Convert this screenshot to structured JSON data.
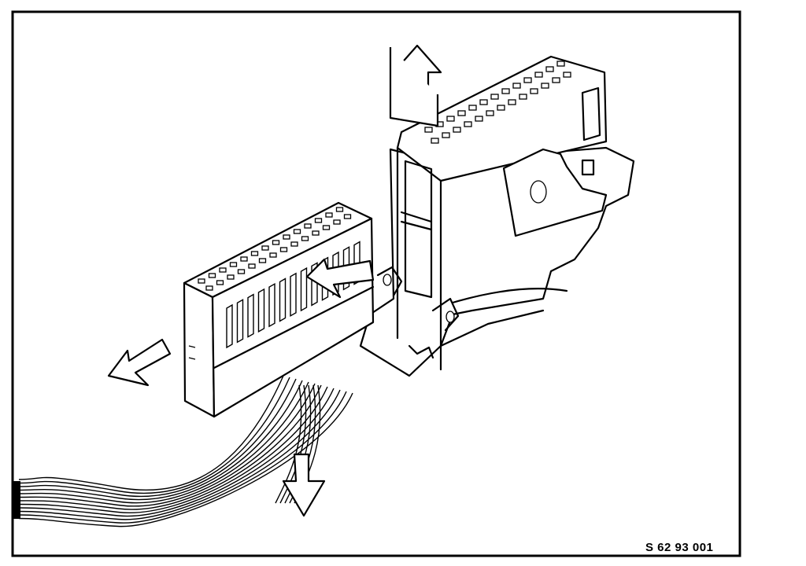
{
  "figure": {
    "reference_code": "S 62 93 001",
    "colors": {
      "line": "#000000",
      "background": "#ffffff"
    },
    "parts": [
      "frame",
      "connector-plug",
      "connector-housing",
      "mounting-bracket",
      "wire-harness"
    ],
    "arrows": [
      "arrow-left",
      "arrow-down",
      "arrow-up",
      "arrow-inward"
    ]
  }
}
